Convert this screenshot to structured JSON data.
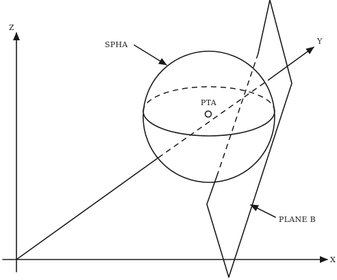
{
  "labels": {
    "z_axis": "Z",
    "y_axis": "Y",
    "x_axis": "X",
    "sphere": "SPHA",
    "point": "PTA",
    "plane": "PLANE B"
  }
}
